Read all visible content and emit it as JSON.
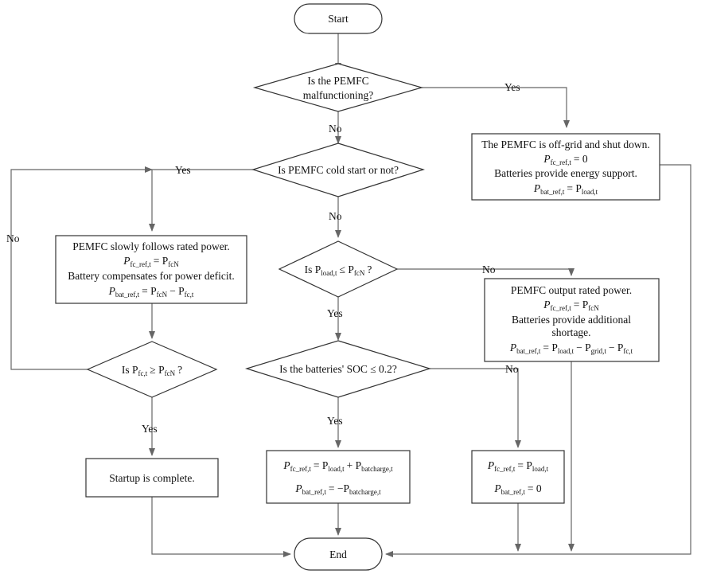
{
  "nodes": {
    "start": "Start",
    "end": "End",
    "q_malfunction": [
      "Is the PEMFC",
      "malfunctioning?"
    ],
    "offgrid": {
      "line1": "The PEMFC is off-grid and shut down.",
      "eq1": {
        "lhs": "P",
        "lhs_sub": "fc_ref,t",
        "rhs": "= 0"
      },
      "line3": "Batteries provide energy support.",
      "eq2": {
        "lhs": "P",
        "lhs_sub": "bat_ref,t",
        "rhs": "= P",
        "rhs_sub": "load,t"
      }
    },
    "q_cold_start": "Is PEMFC cold start or not?",
    "slow_follow": {
      "line1": "PEMFC slowly follows rated power.",
      "eq1": {
        "lhs": "P",
        "lhs_sub": "fc_ref,t",
        "rhs": "= P",
        "rhs_sub": "fcN"
      },
      "line3": "Battery compensates for power deficit.",
      "eq2": {
        "lhs": "P",
        "lhs_sub": "bat_ref,t",
        "rhs": "= P",
        "rhs_sub": "fcN",
        "rhs2": "− P",
        "rhs2_sub": "fc,t"
      }
    },
    "q_load": {
      "pre": "Is P",
      "pre_sub": "load,t",
      "mid": "≤ P",
      "mid_sub": "fcN",
      "post": "?"
    },
    "rated_output": {
      "line1": "PEMFC output rated power.",
      "eq1": {
        "lhs": "P",
        "lhs_sub": "fc_ref,t",
        "rhs": "= P",
        "rhs_sub": "fcN"
      },
      "line3": "Batteries provide additional",
      "line4": "shortage.",
      "eq2": {
        "lhs": "P",
        "lhs_sub": "bat_ref,t",
        "rhs": "= P",
        "rhs_sub": "load,t",
        "rhs2": "− P",
        "rhs2_sub": "grid,t",
        "rhs3": "− P",
        "rhs3_sub": "fc,t"
      }
    },
    "q_pfc": {
      "pre": "Is P",
      "pre_sub": "fc,t",
      "mid": "≥ P",
      "mid_sub": "fcN",
      "post": "?"
    },
    "q_soc": "Is the batteries' SOC ≤ 0.2?",
    "charge": {
      "eq1": {
        "lhs": "P",
        "lhs_sub": "fc_ref,t",
        "rhs": "= P",
        "rhs_sub": "load,t",
        "rhs2": "+ P",
        "rhs2_sub": "batcharge,t"
      },
      "eq2": {
        "lhs": "P",
        "lhs_sub": "bat_ref,t",
        "rhs": "= −P",
        "rhs_sub": "batcharge,t"
      }
    },
    "no_charge": {
      "eq1": {
        "lhs": "P",
        "lhs_sub": "fc_ref,t",
        "rhs": "= P",
        "rhs_sub": "load,t"
      },
      "eq2": {
        "lhs": "P",
        "lhs_sub": "bat_ref,t",
        "rhs": "= 0"
      }
    },
    "startup_complete": "Startup is complete."
  },
  "edge_labels": {
    "malfunction_yes": "Yes",
    "malfunction_no": "No",
    "cold_yes": "Yes",
    "cold_no": "No",
    "pfc_no": "No",
    "pfc_yes": "Yes",
    "load_no": "No",
    "load_yes": "Yes",
    "soc_yes": "Yes",
    "soc_no": "No"
  },
  "colors": {
    "stroke": "#333333",
    "edge": "#666666",
    "text": "#111111"
  }
}
